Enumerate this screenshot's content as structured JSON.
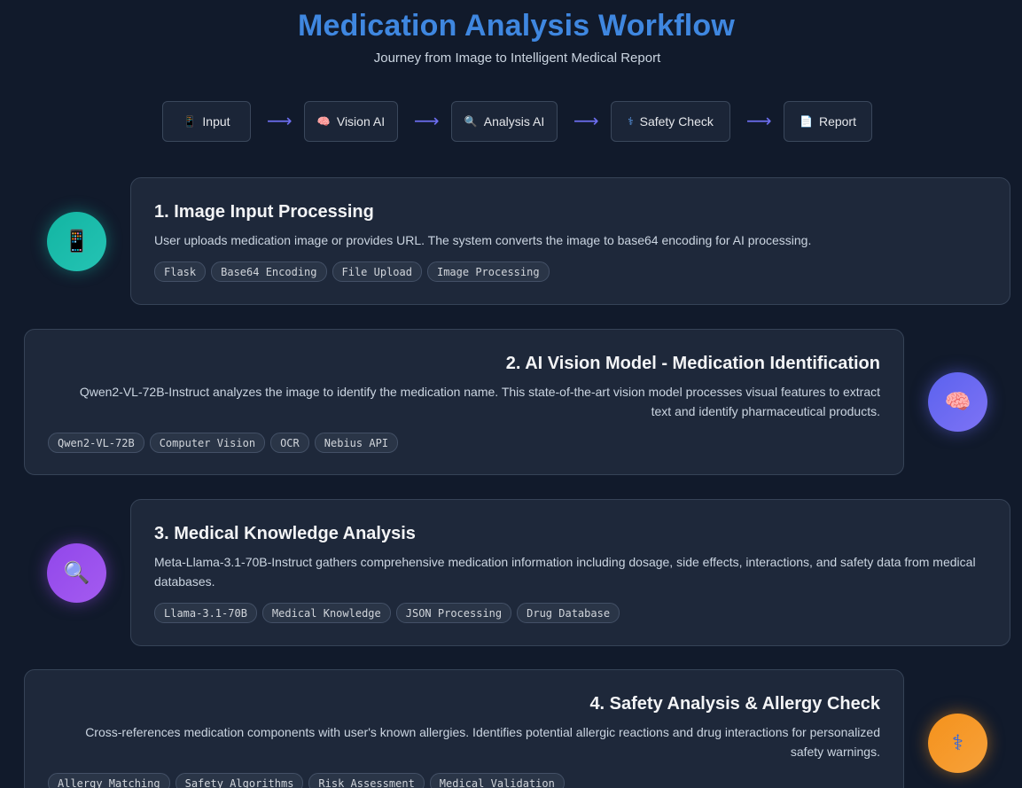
{
  "header": {
    "title": "Medication Analysis Workflow",
    "subtitle": "Journey from Image to Intelligent Medical Report"
  },
  "flow": {
    "arrow": "⟶",
    "steps": [
      {
        "icon": "📱",
        "icon_name": "phone-icon",
        "label": "Input"
      },
      {
        "icon": "🧠",
        "icon_name": "brain-icon",
        "label": "Vision AI"
      },
      {
        "icon": "🔍",
        "icon_name": "magnifier-icon",
        "label": "Analysis AI"
      },
      {
        "icon": "⚕",
        "icon_name": "caduceus-icon",
        "label": "Safety Check"
      },
      {
        "icon": "📄",
        "icon_name": "document-icon",
        "label": "Report"
      }
    ]
  },
  "steps": [
    {
      "title": "1. Image Input Processing",
      "description": "User uploads medication image or provides URL. The system converts the image to base64 encoding for AI processing.",
      "icon": "📱",
      "icon_name": "phone-icon",
      "accent": "#14b8a6",
      "tags": [
        "Flask",
        "Base64 Encoding",
        "File Upload",
        "Image Processing"
      ]
    },
    {
      "title": "2. AI Vision Model - Medication Identification",
      "description": "Qwen2-VL-72B-Instruct analyzes the image to identify the medication name. This state-of-the-art vision model processes visual features to extract text and identify pharmaceutical products.",
      "icon": "🧠",
      "icon_name": "brain-icon",
      "accent": "#6366f1",
      "tags": [
        "Qwen2-VL-72B",
        "Computer Vision",
        "OCR",
        "Nebius API"
      ]
    },
    {
      "title": "3. Medical Knowledge Analysis",
      "description": "Meta-Llama-3.1-70B-Instruct gathers comprehensive medication information including dosage, side effects, interactions, and safety data from medical databases.",
      "icon": "🔍",
      "icon_name": "magnifier-icon",
      "accent": "#9333ea",
      "tags": [
        "Llama-3.1-70B",
        "Medical Knowledge",
        "JSON Processing",
        "Drug Database"
      ]
    },
    {
      "title": "4. Safety Analysis & Allergy Check",
      "description": "Cross-references medication components with user's known allergies. Identifies potential allergic reactions and drug interactions for personalized safety warnings.",
      "icon": "⚕",
      "icon_name": "caduceus-icon",
      "accent": "#f59e0b",
      "tags": [
        "Allergy Matching",
        "Safety Algorithms",
        "Risk Assessment",
        "Medical Validation"
      ]
    }
  ]
}
